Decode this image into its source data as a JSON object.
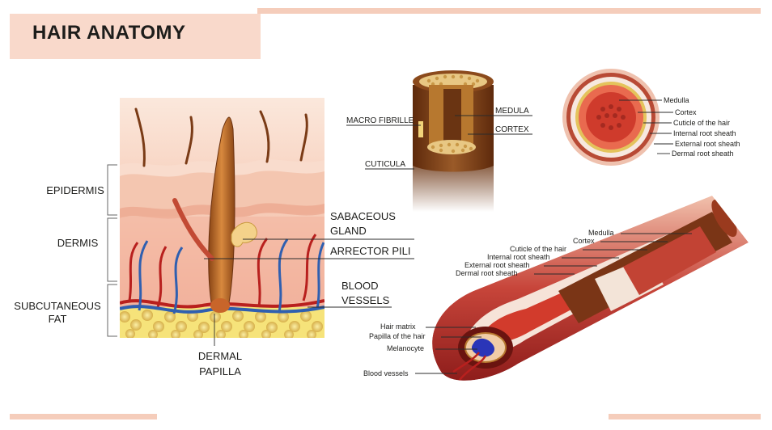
{
  "title": "HAIR ANATOMY",
  "skin_section": {
    "layers": [
      "EPIDERMIS",
      "DERMIS",
      "SUBCUTANEOUS",
      "FAT"
    ],
    "right_labels": {
      "sabaceous_1": "SABACEOUS",
      "sabaceous_2": "GLAND",
      "arrector": "ARRECTOR PILI",
      "blood_1": "BLOOD",
      "blood_2": "VESSELS"
    },
    "dermal_1": "DERMAL",
    "dermal_2": "PAPILLA"
  },
  "shaft_3d": {
    "macro": "MACRO FIBRILLE",
    "cuticula": "CUTICULA",
    "medula": "MEDULA",
    "cortex": "CORTEX"
  },
  "cross_section": {
    "labels": [
      "Medulla",
      "Cortex",
      "Cuticle of the hair",
      "Internal root sheath",
      "External root sheath",
      "Dermal root sheath"
    ]
  },
  "follicle": {
    "labels": [
      "Medulla",
      "Cortex",
      "Cuticle of the hair",
      "Internal root sheath",
      "External root sheath",
      "Dermal root sheath"
    ],
    "bulb_labels": [
      "Hair matrix",
      "Papilla of the hair",
      "Melanocyte",
      "Blood vessels"
    ]
  },
  "colors": {
    "accent_bar": "#f5cdbb",
    "title_bg": "#f9d9cb",
    "hair_brown": "#7a3b16",
    "vessel_red": "#b8201e",
    "vessel_blue": "#2f5fb0",
    "fat_yellow": "#f6e37a"
  }
}
